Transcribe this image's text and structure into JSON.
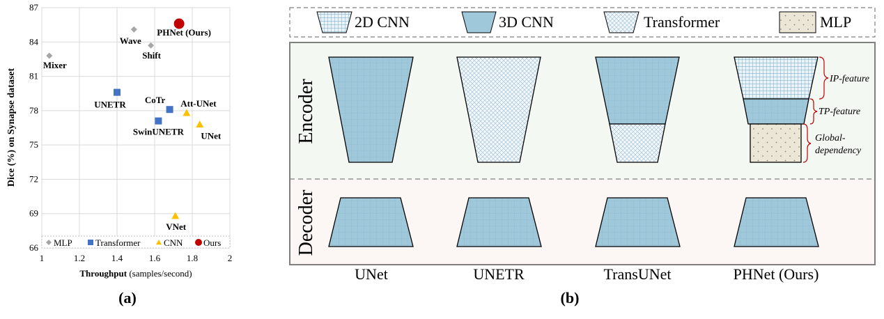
{
  "panel_a": {
    "caption": "(a)",
    "chart_data": {
      "type": "scatter",
      "xlabel_bold": "Throughput",
      "xlabel_rest": " (samples/second)",
      "ylabel": "Dice (%) on Synapse dataset",
      "xlim": [
        1,
        2
      ],
      "ylim": [
        66,
        87
      ],
      "x_ticks": [
        "1",
        "1.2",
        "1.4",
        "1.6",
        "1.8",
        "2"
      ],
      "y_ticks": [
        "66",
        "69",
        "72",
        "75",
        "78",
        "81",
        "84",
        "87"
      ],
      "grid": true,
      "legend_position": "bottom",
      "legend": [
        {
          "label": "MLP",
          "marker": "diamond",
          "color": "#a6a6a6"
        },
        {
          "label": "Transformer",
          "marker": "square",
          "color": "#4472c4"
        },
        {
          "label": "CNN",
          "marker": "triangle",
          "color": "#ffc000"
        },
        {
          "label": "Ours",
          "marker": "circle",
          "color": "#c00000"
        }
      ],
      "points": [
        {
          "label": "Mixer",
          "x": 1.04,
          "y": 82.8,
          "group": "MLP"
        },
        {
          "label": "Wave",
          "x": 1.49,
          "y": 85.1,
          "group": "MLP"
        },
        {
          "label": "Shift",
          "x": 1.58,
          "y": 83.7,
          "group": "MLP"
        },
        {
          "label": "UNETR",
          "x": 1.4,
          "y": 79.6,
          "group": "Transformer"
        },
        {
          "label": "CoTr",
          "x": 1.68,
          "y": 78.1,
          "group": "Transformer"
        },
        {
          "label": "SwinUNETR",
          "x": 1.62,
          "y": 77.1,
          "group": "Transformer"
        },
        {
          "label": "Att-UNet",
          "x": 1.77,
          "y": 77.8,
          "group": "CNN"
        },
        {
          "label": "UNet",
          "x": 1.84,
          "y": 76.8,
          "group": "CNN"
        },
        {
          "label": "VNet",
          "x": 1.71,
          "y": 68.8,
          "group": "CNN"
        },
        {
          "label": "PHNet (Ours)",
          "x": 1.73,
          "y": 85.6,
          "group": "Ours"
        }
      ]
    }
  },
  "panel_b": {
    "caption": "(b)",
    "legend": [
      {
        "label": "2D CNN",
        "pattern": "2d-cnn"
      },
      {
        "label": "3D CNN",
        "pattern": "3d-cnn"
      },
      {
        "label": "Transformer",
        "pattern": "transformer"
      },
      {
        "label": "MLP",
        "pattern": "mlp"
      }
    ],
    "encoder_label": "Encoder",
    "decoder_label": "Decoder",
    "models": [
      "UNet",
      "UNETR",
      "TransUNet",
      "PHNet (Ours)"
    ],
    "annotations": {
      "ip_feature": "IP-feature",
      "tp_feature": "TP-feature",
      "global_line1": "Global-",
      "global_line2": "dependency"
    },
    "colors": {
      "cnn_fill": "#9fc8da",
      "cnn_grid": "#7fa6bd",
      "transformer_fill": "#f1f6f9",
      "transformer_hatch": "#9ebfd2",
      "mlp_fill": "#ebe6d8",
      "encoder_bg": "#f4f8f2",
      "decoder_bg": "#fcf6f5",
      "bracket": "#c00000"
    }
  }
}
